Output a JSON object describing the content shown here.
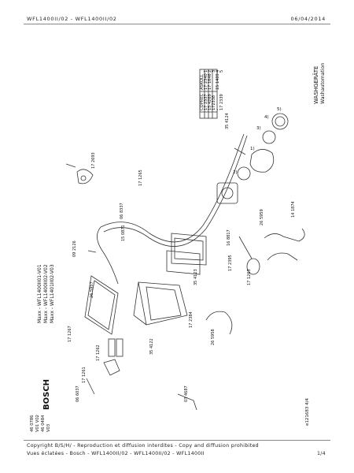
{
  "header": {
    "left": "WFL1400II/02 - WFL1400II/02",
    "right": "06/04/2014"
  },
  "brand": "BOSCH",
  "models": [
    "Maxx - WFL1400II01-V01",
    "Maxx - WFL1400II02-V02",
    "Maxx - WFL1401II02-V03"
  ],
  "fd_codes": [
    "46 0786",
    "V01 V02",
    "46 0484",
    "V03"
  ],
  "product_group": {
    "de": "WASHGERÄTE",
    "en": "Washautomation"
  },
  "parts_table": {
    "headers": [
      "ASKOLL",
      "COPREC"
    ],
    "rows": [
      [
        "1",
        "17 2340",
        "17 2337"
      ],
      [
        "2",
        "17 1646",
        "15 4269"
      ],
      [
        "3",
        "",
        "172338"
      ],
      [
        "4",
        "15 1409",
        "-"
      ],
      [
        "5",
        "",
        "17 2339"
      ]
    ]
  },
  "labels": [
    "17 2693",
    "17 1265",
    "06 8337",
    "15 0871",
    "09 2126",
    "26 5957",
    "17 1267",
    "17 1261",
    "06 6037",
    "17 1262",
    "03 4687",
    "35 4122",
    "17 2384",
    "26 5958",
    "35 4123",
    "16 8817",
    "17 2395",
    "17 1263",
    "26 5959",
    "14 1874",
    "35 4124",
    "1)",
    "2)",
    "3)",
    "4)",
    "5)"
  ],
  "drawing_id": "e121683 4/4",
  "footer": {
    "copyright": "Copyright B/S/H/ - Reproduction et diffusion interdites - Copy and diffusion prohibited",
    "subtitle": "Vues éclatées - Bosch - WFL1400II/02 - WFL1400II/02 - WFL1400II",
    "page": "1/4"
  }
}
